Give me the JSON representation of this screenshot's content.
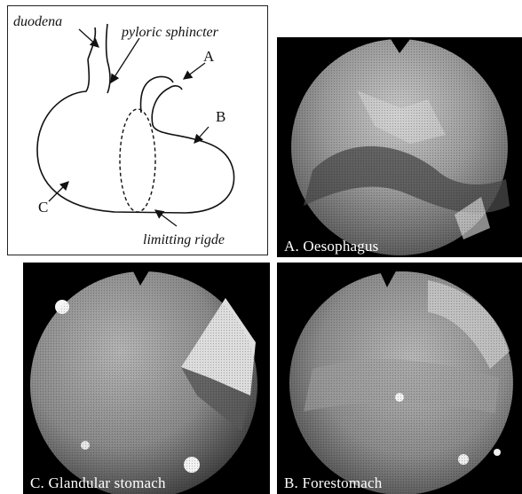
{
  "diagram": {
    "labels": {
      "duodena": "duodena",
      "pyloric_sphincter": "pyloric sphincter",
      "a": "A",
      "b": "B",
      "c": "C",
      "limiting_ridge": "limitting rigde"
    }
  },
  "images": {
    "oesophagus_caption": "A. Oesophagus",
    "glandular_caption": "C. Glandular stomach",
    "forestomach_caption": "B. Forestomach"
  }
}
